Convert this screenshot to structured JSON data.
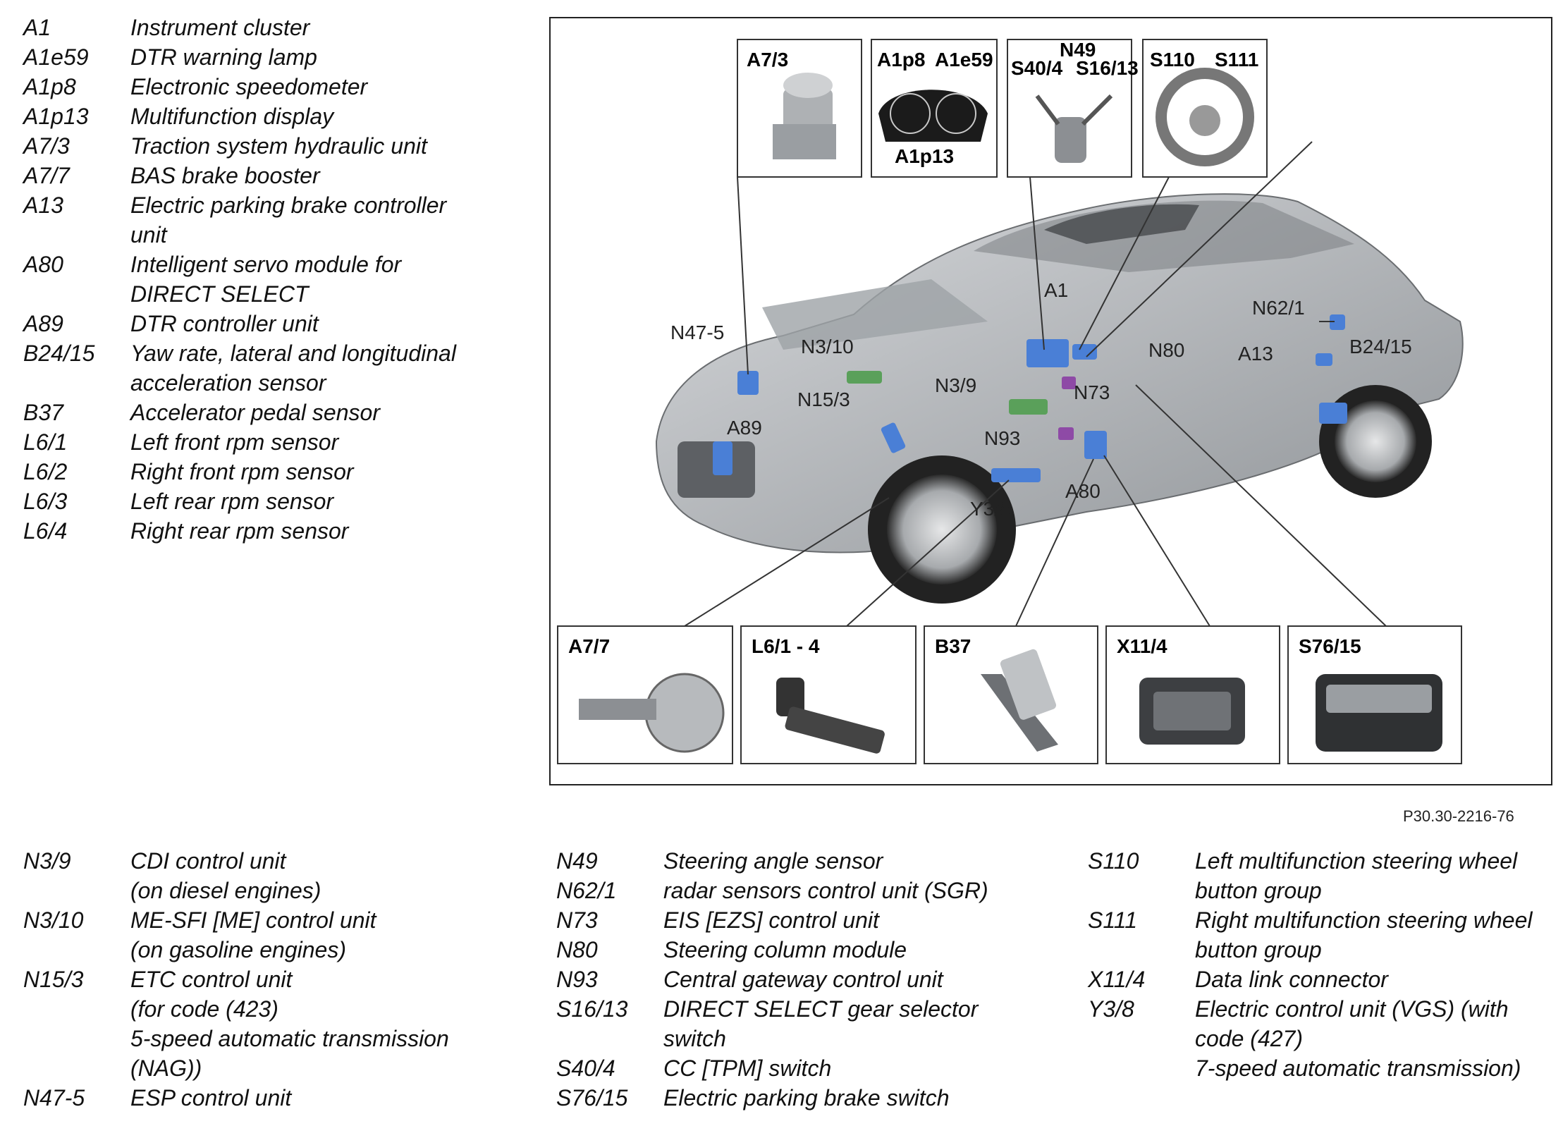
{
  "legend_top_left": [
    {
      "code": "A1",
      "desc": "Instrument cluster"
    },
    {
      "code": "A1e59",
      "desc": "DTR warning lamp"
    },
    {
      "code": "A1p8",
      "desc": "Electronic speedometer"
    },
    {
      "code": "A1p13",
      "desc": "Multifunction display"
    },
    {
      "code": "A7/3",
      "desc": "Traction system hydraulic unit"
    },
    {
      "code": "A7/7",
      "desc": "BAS brake booster"
    },
    {
      "code": "A13",
      "desc": "Electric parking brake controller\nunit"
    },
    {
      "code": "A80",
      "desc": "Intelligent servo module for\nDIRECT SELECT"
    },
    {
      "code": "A89",
      "desc": "DTR controller unit"
    },
    {
      "code": "B24/15",
      "desc": "Yaw rate, lateral and longitudinal\nacceleration sensor"
    },
    {
      "code": "B37",
      "desc": "Accelerator pedal sensor"
    },
    {
      "code": "L6/1",
      "desc": "Left front rpm sensor"
    },
    {
      "code": "L6/2",
      "desc": "Right front rpm sensor"
    },
    {
      "code": "L6/3",
      "desc": "Left rear rpm sensor"
    },
    {
      "code": "L6/4",
      "desc": "Right rear rpm sensor"
    }
  ],
  "legend_bottom_left": [
    {
      "code": "N3/9",
      "desc": "CDI control unit\n(on diesel engines)"
    },
    {
      "code": "N3/10",
      "desc": "ME-SFI [ME] control unit\n(on gasoline engines)"
    },
    {
      "code": "N15/3",
      "desc": "ETC control unit\n(for code (423)\n5-speed automatic transmission\n(NAG))"
    },
    {
      "code": "N47-5",
      "desc": "ESP control unit"
    }
  ],
  "legend_bottom_middle": [
    {
      "code": "N49",
      "desc": "Steering angle sensor"
    },
    {
      "code": "N62/1",
      "desc": "radar sensors control unit (SGR)"
    },
    {
      "code": "N73",
      "desc": "EIS [EZS] control unit"
    },
    {
      "code": "N80",
      "desc": "Steering column module"
    },
    {
      "code": "N93",
      "desc": "Central gateway control unit"
    },
    {
      "code": "S16/13",
      "desc": "DIRECT SELECT gear selector\nswitch"
    },
    {
      "code": "S40/4",
      "desc": "CC [TPM] switch"
    },
    {
      "code": "S76/15",
      "desc": "Electric parking brake switch"
    }
  ],
  "legend_bottom_right": [
    {
      "code": "S110",
      "desc": "Left multifunction steering wheel\nbutton group"
    },
    {
      "code": "S111",
      "desc": "Right multifunction steering wheel\nbutton group"
    },
    {
      "code": "X11/4",
      "desc": "Data link connector"
    },
    {
      "code": "Y3/8",
      "desc": "Electric control unit (VGS) (with\ncode (427)\n7-speed automatic transmission)"
    }
  ],
  "figure": {
    "reference": "P30.30-2216-76",
    "top_boxes": {
      "a73": "A7/3",
      "cluster_a1p8": "A1p8",
      "cluster_a1e59": "A1e59",
      "cluster_a1p13": "A1p13",
      "n49": "N49",
      "s404": "S40/4",
      "s1613": "S16/13",
      "s110": "S110",
      "s111": "S111"
    },
    "bottom_boxes": {
      "a77": "A7/7",
      "l61": "L6/1 - 4",
      "b37": "B37",
      "x114": "X11/4",
      "s7615": "S76/15"
    },
    "car_labels": {
      "a1": "A1",
      "n47": "N47-5",
      "n310": "N3/10",
      "n153": "N15/3",
      "n39": "N3/9",
      "a89": "A89",
      "n73": "N73",
      "n80": "N80",
      "n93": "N93",
      "a80": "A80",
      "y38": "Y3/8",
      "n621": "N62/1",
      "a13": "A13",
      "b2415": "B24/15"
    },
    "colors": {
      "component_blue": "#4a7fd6",
      "component_green": "#5aa05a",
      "car_body": "#b9bcc0"
    }
  }
}
